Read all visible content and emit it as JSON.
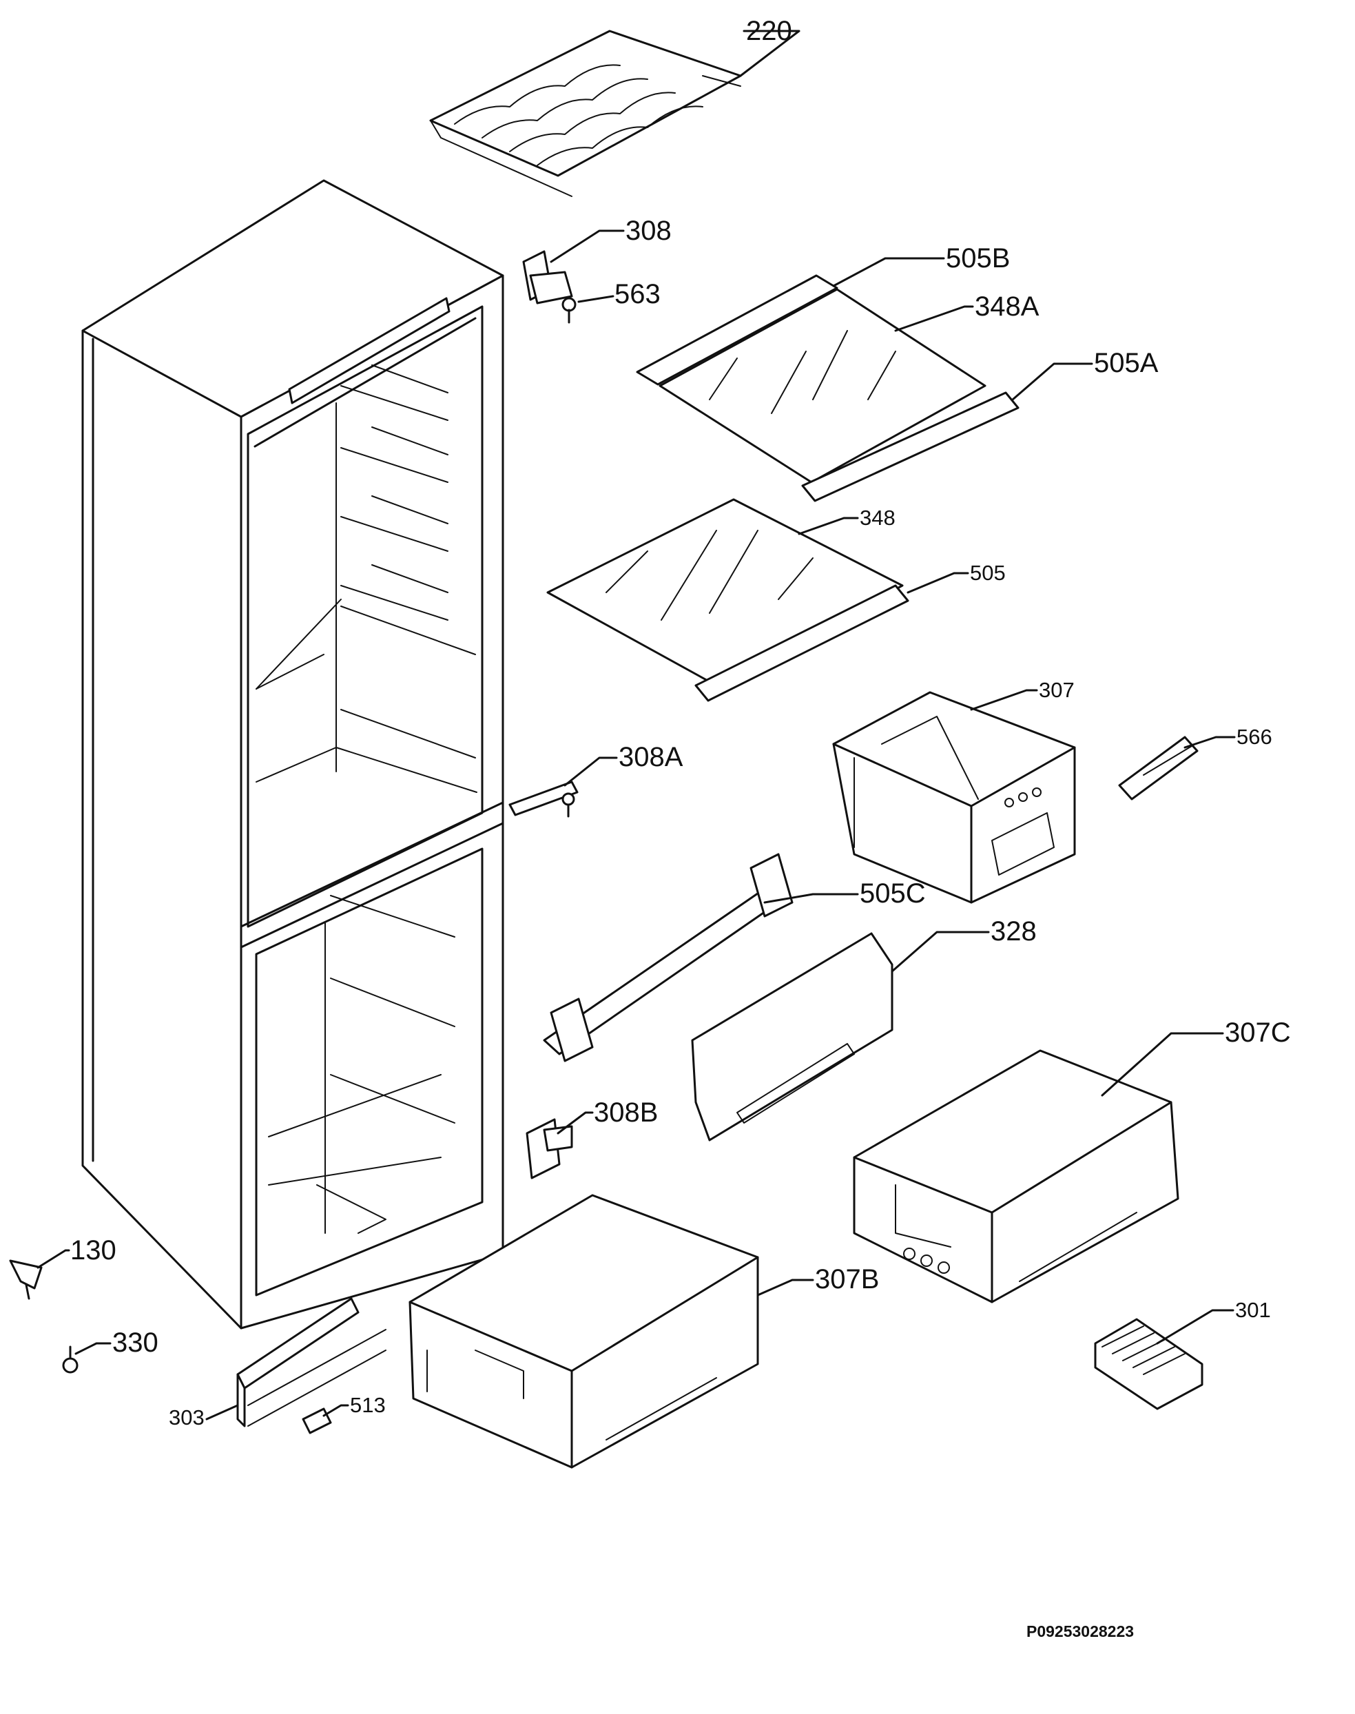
{
  "parts": [
    {
      "id": "220",
      "label": "220"
    },
    {
      "id": "308",
      "label": "308"
    },
    {
      "id": "563",
      "label": "563"
    },
    {
      "id": "505B",
      "label": "505B"
    },
    {
      "id": "348A",
      "label": "348A"
    },
    {
      "id": "505A",
      "label": "505A"
    },
    {
      "id": "348",
      "label": "348"
    },
    {
      "id": "505",
      "label": "505"
    },
    {
      "id": "307",
      "label": "307"
    },
    {
      "id": "566",
      "label": "566"
    },
    {
      "id": "308A",
      "label": "308A"
    },
    {
      "id": "505C",
      "label": "505C"
    },
    {
      "id": "328",
      "label": "328"
    },
    {
      "id": "307C",
      "label": "307C"
    },
    {
      "id": "308B",
      "label": "308B"
    },
    {
      "id": "130",
      "label": "130"
    },
    {
      "id": "307B",
      "label": "307B"
    },
    {
      "id": "301",
      "label": "301"
    },
    {
      "id": "330",
      "label": "330"
    },
    {
      "id": "513",
      "label": "513"
    },
    {
      "id": "303",
      "label": "303"
    }
  ],
  "drawing_code": "P09253028223",
  "colors": {
    "line": "#111111",
    "background": "#ffffff"
  }
}
